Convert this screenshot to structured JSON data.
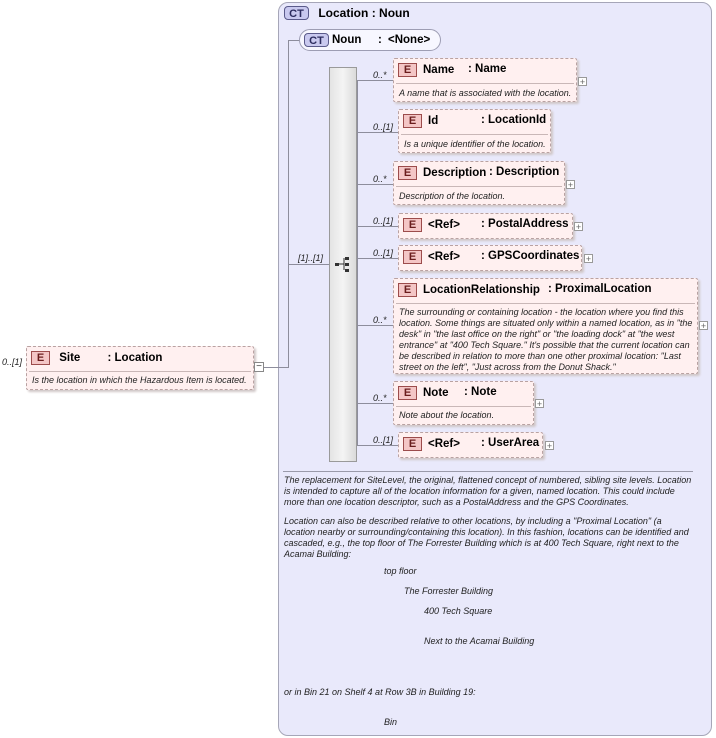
{
  "complex_type": {
    "badge": "CT",
    "name": "Location",
    "type": "Noun"
  },
  "base": {
    "badge": "CT",
    "name": "Noun",
    "type": "<None>"
  },
  "root": {
    "card": "0..[1]",
    "badge": "E",
    "name": "Site",
    "type": "Location",
    "doc": "Is the location in which the Hazardous Item is located."
  },
  "sequence_card": "[1]..[1]",
  "elements": [
    {
      "card": "0..*",
      "name": "Name",
      "type": "Name",
      "doc": "A name that is associated with the location."
    },
    {
      "card": "0..[1]",
      "name": "Id",
      "type": "LocationId",
      "doc": "Is a unique identifier of the location."
    },
    {
      "card": "0..*",
      "name": "Description",
      "type": "Description",
      "doc": "Description of the location."
    },
    {
      "card": "0..[1]",
      "name": "<Ref>",
      "type": "PostalAddress",
      "doc": ""
    },
    {
      "card": "0..[1]",
      "name": "<Ref>",
      "type": "GPSCoordinates",
      "doc": ""
    },
    {
      "card": "0..*",
      "name": "LocationRelationship",
      "type": "ProximalLocation",
      "doc": "The surrounding or containing location - the location where you find this location. Some things are situated only within a named location, as in \"the desk\" in \"the last office on the right\" or \"the loading dock\" at \"the west entrance\" at \"400 Tech Square.\" It's possible that the current location can be described in relation to more than one other proximal location: \"Last street on the left\", \"Just across from the Donut Shack.\""
    },
    {
      "card": "0..*",
      "name": "Note",
      "type": "Note",
      "doc": "Note about the location."
    },
    {
      "card": "0..[1]",
      "name": "<Ref>",
      "type": "UserArea",
      "doc": ""
    }
  ],
  "type_doc": {
    "p1": "The replacement for SiteLevel, the original, flattened concept of numbered, sibling site levels. Location is intended to capture all of the location information for a given, named location. This could include more than one location descriptor, such as a PostalAddress and the GPS Coordinates.",
    "p2": "Location can also be described relative  to other locations, by including a  \"Proximal Location\" (a location nearby or surrounding/containing this location). In this fashion, locations can be identified and cascaded, e.g., the top floor of The Forrester Building which is at 400 Tech Square, right next to the Acamai Building:",
    "l1": "top floor",
    "l2": "The Forrester Building",
    "l3": "400 Tech Square",
    "l4": "Next to the Acamai Building",
    "p3": "or in Bin 21 on Shelf 4 at Row 3B in Building 19:",
    "l5": "Bin"
  }
}
